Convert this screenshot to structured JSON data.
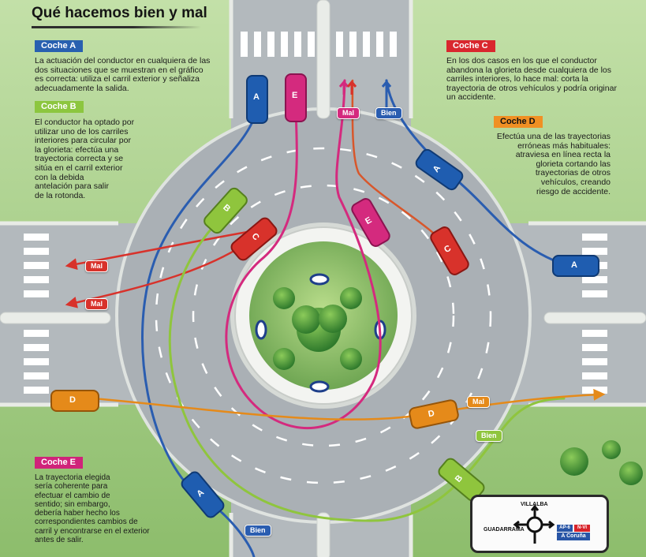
{
  "title": "Qué hacemos bien y mal",
  "colors": {
    "car_a": "#1f5db0",
    "car_b": "#8fc53d",
    "car_c": "#d8322b",
    "car_d": "#e58a1a",
    "car_e": "#d42a7e",
    "label_a": "#2860b0",
    "label_b": "#8cc63f",
    "label_c": "#d9272e",
    "label_d": "#f09024",
    "label_e": "#d0237a",
    "asphalt": "#aeb4b8",
    "grass": "#9cc77c"
  },
  "boxes": {
    "a": {
      "label": "Coche A",
      "lines": [
        "La actuación del conductor en cualquiera de las",
        "dos situaciones que se muestran en el gráfico",
        "es correcta:  utiliza el carril exterior y señaliza",
        "adecuadamente la salida."
      ]
    },
    "b": {
      "label": "Coche B",
      "lines": [
        "El conductor ha optado por",
        "utilizar uno de los carriles",
        "interiores para circular por",
        "la glorieta: efectúa una",
        "trayectoria correcta y se",
        "sitúa en el carril exterior",
        "con la debida",
        "antelación para salir",
        "de la rotonda."
      ]
    },
    "c": {
      "label": "Coche C",
      "lines": [
        "En los dos casos en los que el conductor",
        "abandona la glorieta desde cualquiera de los",
        "carriles interiores, lo hace mal: corta la",
        "trayectoria de otros vehículos y podría originar",
        "un accidente."
      ]
    },
    "d": {
      "label": "Coche D",
      "lines": [
        "Efectúa una de las trayectorias",
        "erróneas más habituales:",
        "atraviesa en línea recta la",
        "glorieta cortando las",
        "trayectorias de otros",
        "vehículos, creando",
        "riesgo de accidente."
      ]
    },
    "e": {
      "label": "Coche E",
      "lines": [
        "La trayectoria elegida",
        "sería coherente para",
        "efectuar el cambio de",
        "sentido; sin embargo,",
        "debería haber hecho los",
        "correspondientes cambios de",
        "carril y encontrarse en el exterior",
        "antes de salir."
      ]
    }
  },
  "tags": {
    "mal": "Mal",
    "bien": "Bien"
  },
  "cars": {
    "a": "A",
    "b": "B",
    "c": "C",
    "d": "D",
    "e": "E"
  },
  "sign": {
    "north": "VILLALBA",
    "west": "GUADARRAMA",
    "road_1": "AP-6",
    "road_2": "N-VI",
    "east": "A Coruña"
  }
}
